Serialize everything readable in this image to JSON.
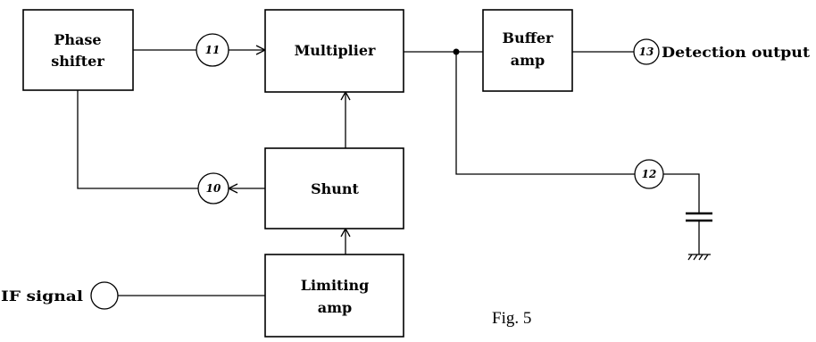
{
  "blocks": {
    "phase_shifter": [
      "Phase",
      "shifter"
    ],
    "multiplier": "Multiplier",
    "buffer_amp": [
      "Buffer",
      "amp"
    ],
    "shunt": "Shunt",
    "limiting_amp": [
      "Limiting",
      "amp"
    ]
  },
  "nodes": {
    "n10": "10",
    "n11": "11",
    "n12": "12",
    "n13": "13"
  },
  "labels": {
    "detection_output": "Detection output",
    "if_signal": "IF signal"
  },
  "caption": "Fig. 5"
}
